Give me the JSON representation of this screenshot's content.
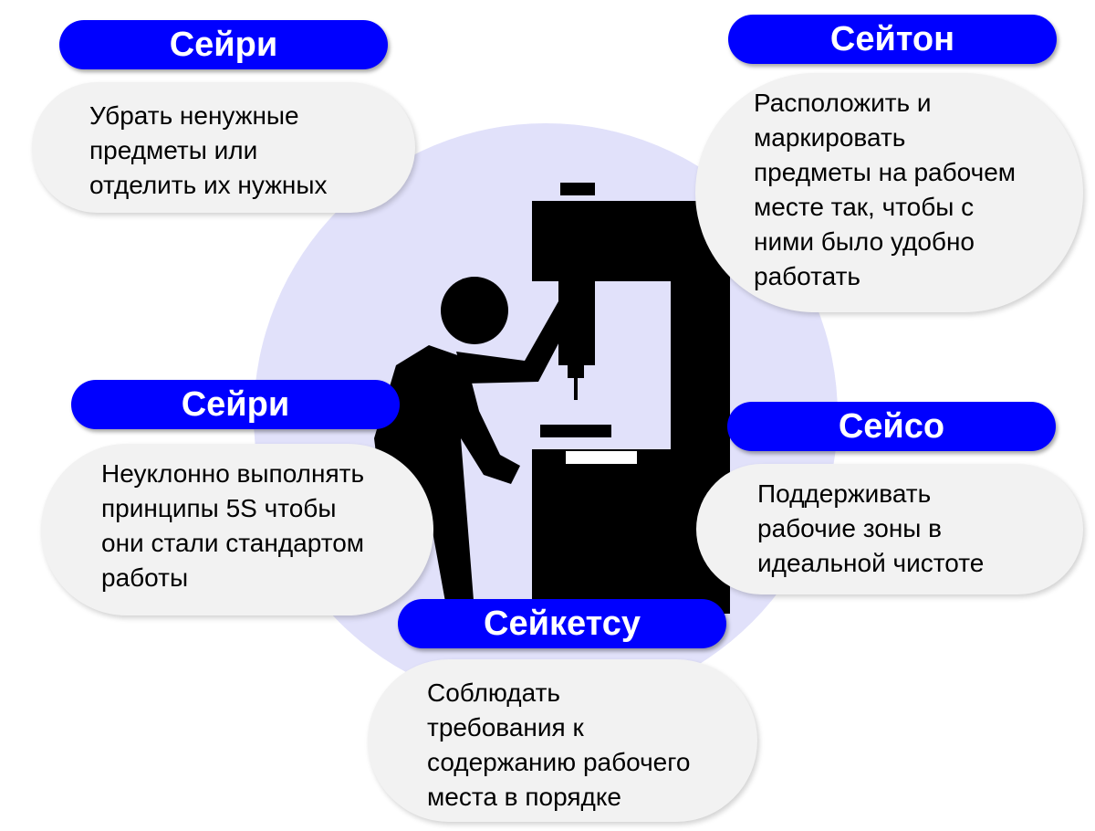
{
  "colors": {
    "accent": "#0000ff",
    "bubble": "#f2f2f2",
    "circle": "#e1e1fa",
    "figure": "#000000"
  },
  "icons": {
    "machine": "drill-press-icon",
    "worker": "worker-icon"
  },
  "steps": {
    "seiri": {
      "title": "Сейри",
      "text": "Убрать ненужные\nпредметы или\nотделить их нужных"
    },
    "seiton": {
      "title": "Сейтон",
      "text": "Расположить и\nмаркировать\nпредметы на рабочем\nместе так, чтобы с\nними было удобно\nработать"
    },
    "seiso": {
      "title": "Сейсо",
      "text": "Поддерживать\nрабочие зоны в\nидеальной чистоте"
    },
    "seiketsu": {
      "title": "Сейкетсу",
      "text": "Соблюдать\nтребования к\nсодержанию рабочего\nместа в порядке"
    },
    "shitsuke": {
      "title": "Сейри",
      "text": "Неуклонно выполнять\nпринципы 5S чтобы\nони стали стандартом\nработы"
    }
  }
}
